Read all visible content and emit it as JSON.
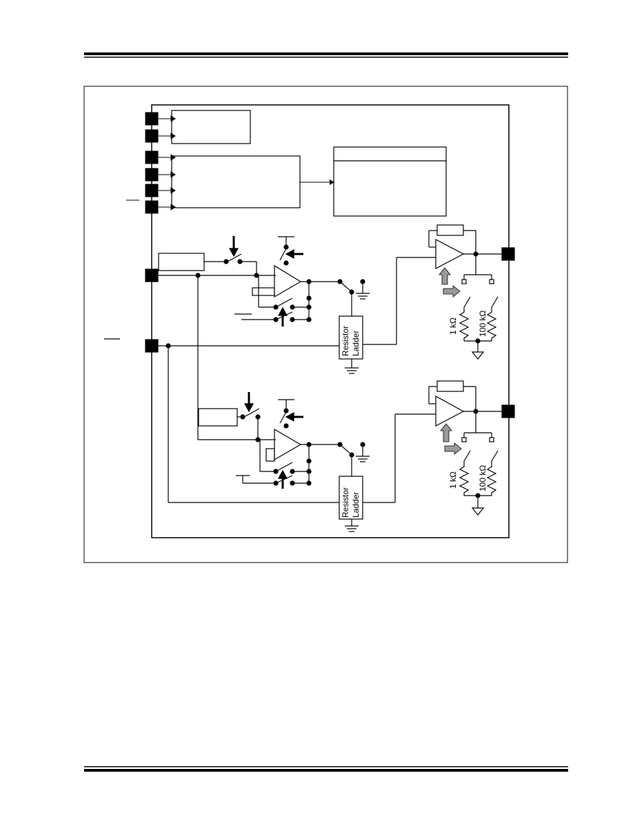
{
  "header": {
    "rule": "double"
  },
  "footer": {
    "rule": "double"
  },
  "figure": {
    "resistor_ladder_1": [
      "Resistor",
      "Ladder"
    ],
    "resistor_ladder_2": [
      "Resistor",
      "Ladder"
    ],
    "res_a_1": "1 kΩ",
    "res_b_1": "100 kΩ",
    "res_a_2": "1 kΩ",
    "res_b_2": "100 kΩ"
  },
  "colors": {
    "line": "#000000",
    "arrow_gray": "#9a9a9a"
  }
}
